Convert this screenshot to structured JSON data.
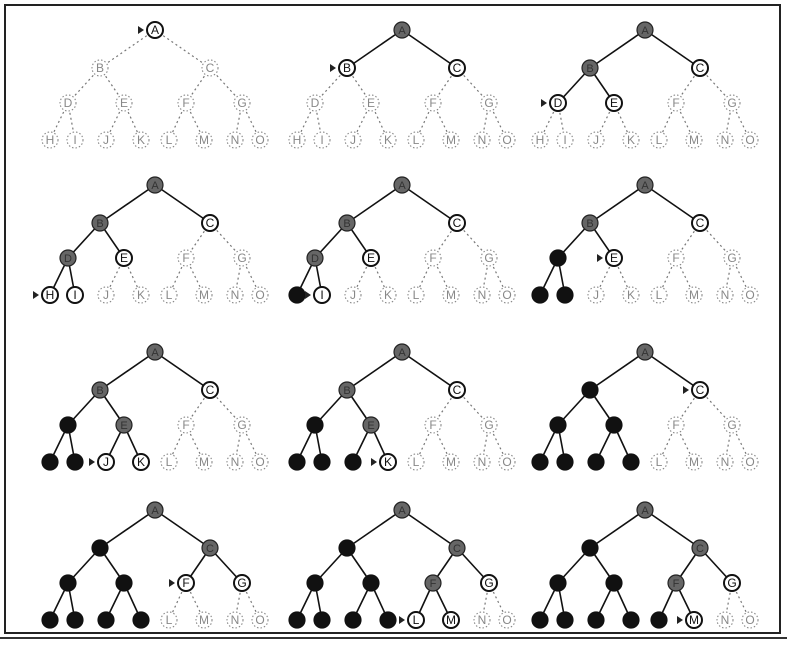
{
  "figure": {
    "tree_nodes": [
      "A",
      "B",
      "C",
      "D",
      "E",
      "F",
      "G",
      "H",
      "I",
      "J",
      "K",
      "L",
      "M",
      "N",
      "O"
    ],
    "tree_structure": {
      "A": [
        "B",
        "C"
      ],
      "B": [
        "D",
        "E"
      ],
      "C": [
        "F",
        "G"
      ],
      "D": [
        "H",
        "I"
      ],
      "E": [
        "J",
        "K"
      ],
      "F": [
        "L",
        "M"
      ],
      "G": [
        "N",
        "O"
      ]
    },
    "panels": [
      {
        "id": "step-1",
        "marked": "A",
        "states": {
          "A": "frontier"
        }
      },
      {
        "id": "step-2",
        "marked": "B",
        "states": {
          "A": "expanded",
          "B": "frontier",
          "C": "frontier"
        }
      },
      {
        "id": "step-3",
        "marked": "D",
        "states": {
          "A": "expanded",
          "B": "expanded",
          "C": "frontier",
          "D": "frontier",
          "E": "frontier"
        }
      },
      {
        "id": "step-4",
        "marked": "H",
        "states": {
          "A": "expanded",
          "B": "expanded",
          "C": "frontier",
          "D": "expanded",
          "E": "frontier",
          "H": "frontier",
          "I": "frontier"
        }
      },
      {
        "id": "step-5",
        "marked": "I",
        "states": {
          "A": "expanded",
          "B": "expanded",
          "C": "frontier",
          "D": "expanded",
          "E": "frontier",
          "H": "done",
          "I": "frontier"
        }
      },
      {
        "id": "step-6",
        "marked": "E",
        "states": {
          "A": "expanded",
          "B": "expanded",
          "C": "frontier",
          "D": "done",
          "E": "frontier",
          "H": "done",
          "I": "done"
        }
      },
      {
        "id": "step-7",
        "marked": "J",
        "states": {
          "A": "expanded",
          "B": "expanded",
          "C": "frontier",
          "D": "done",
          "E": "expanded",
          "H": "done",
          "I": "done",
          "J": "frontier",
          "K": "frontier"
        }
      },
      {
        "id": "step-8",
        "marked": "K",
        "states": {
          "A": "expanded",
          "B": "expanded",
          "C": "frontier",
          "D": "done",
          "E": "expanded",
          "H": "done",
          "I": "done",
          "J": "done",
          "K": "frontier"
        }
      },
      {
        "id": "step-9",
        "marked": "C",
        "states": {
          "A": "expanded",
          "B": "done",
          "C": "frontier",
          "D": "done",
          "E": "done",
          "H": "done",
          "I": "done",
          "J": "done",
          "K": "done"
        }
      },
      {
        "id": "step-10",
        "marked": "F",
        "states": {
          "A": "expanded",
          "B": "done",
          "C": "expanded",
          "D": "done",
          "E": "done",
          "H": "done",
          "I": "done",
          "J": "done",
          "K": "done",
          "F": "frontier",
          "G": "frontier"
        }
      },
      {
        "id": "step-11",
        "marked": "L",
        "states": {
          "A": "expanded",
          "B": "done",
          "C": "expanded",
          "D": "done",
          "E": "done",
          "H": "done",
          "I": "done",
          "J": "done",
          "K": "done",
          "F": "expanded",
          "G": "frontier",
          "L": "frontier",
          "M": "frontier"
        }
      },
      {
        "id": "step-12",
        "marked": "M",
        "states": {
          "A": "expanded",
          "B": "done",
          "C": "expanded",
          "D": "done",
          "E": "done",
          "H": "done",
          "I": "done",
          "J": "done",
          "K": "done",
          "F": "expanded",
          "G": "frontier",
          "L": "done",
          "M": "frontier"
        }
      }
    ]
  },
  "colors": {
    "unexplored": "#888888",
    "frontier": "#111111",
    "expanded": "#666666",
    "done": "#111111"
  }
}
